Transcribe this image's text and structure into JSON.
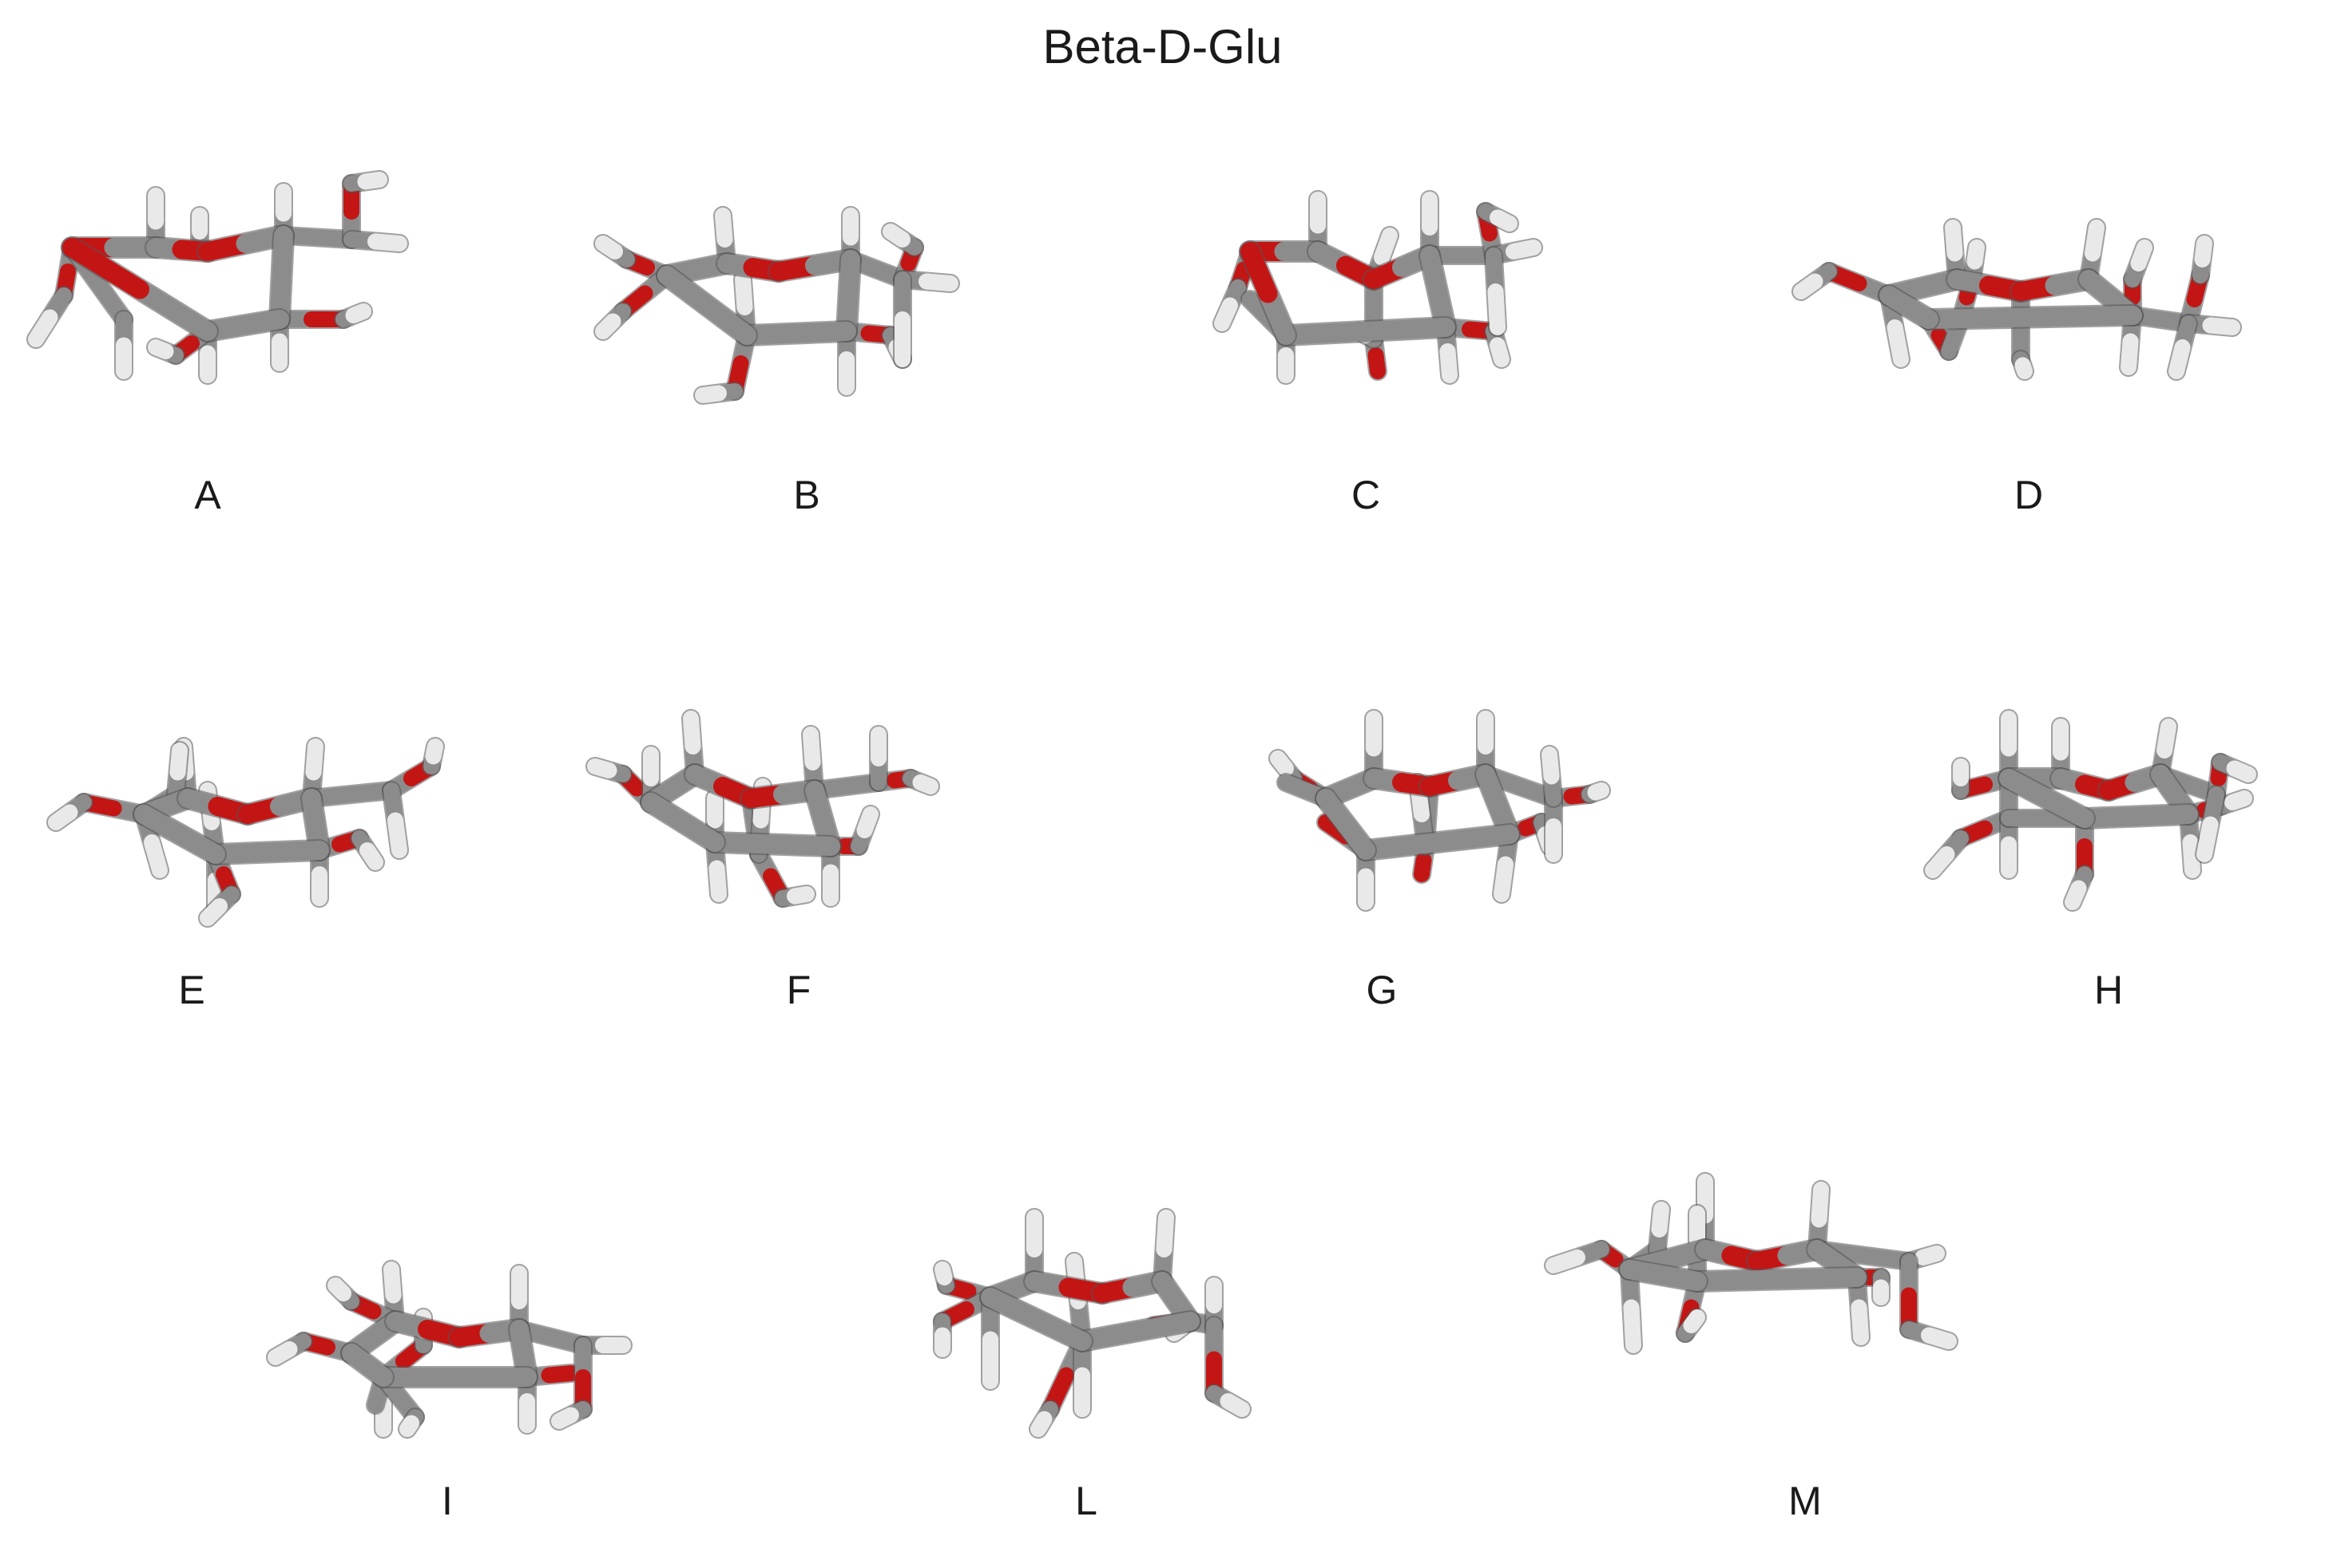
{
  "title": "Beta-D-Glu",
  "colors": {
    "carbon": "#8c8c8c",
    "carbon_dark": "#555555",
    "oxygen": "#c41515",
    "oxygen_dark": "#6e0606",
    "hydrogen": "#e9e9e9",
    "hydrogen_dark": "#9a9a9a",
    "label": "#1a1a1a"
  },
  "structures": [
    {
      "id": "A",
      "label": "A",
      "variant": 0,
      "flip": false
    },
    {
      "id": "B",
      "label": "B",
      "variant": 1,
      "flip": false
    },
    {
      "id": "C",
      "label": "C",
      "variant": 2,
      "flip": false
    },
    {
      "id": "D",
      "label": "D",
      "variant": 3,
      "flip": false
    },
    {
      "id": "E",
      "label": "E",
      "variant": 4,
      "flip": false
    },
    {
      "id": "F",
      "label": "F",
      "variant": 5,
      "flip": false
    },
    {
      "id": "G",
      "label": "G",
      "variant": 6,
      "flip": false
    },
    {
      "id": "H",
      "label": "H",
      "variant": 7,
      "flip": false
    },
    {
      "id": "I",
      "label": "I",
      "variant": 8,
      "flip": false
    },
    {
      "id": "L",
      "label": "L",
      "variant": 9,
      "flip": false
    },
    {
      "id": "M",
      "label": "M",
      "variant": 10,
      "flip": false
    }
  ]
}
